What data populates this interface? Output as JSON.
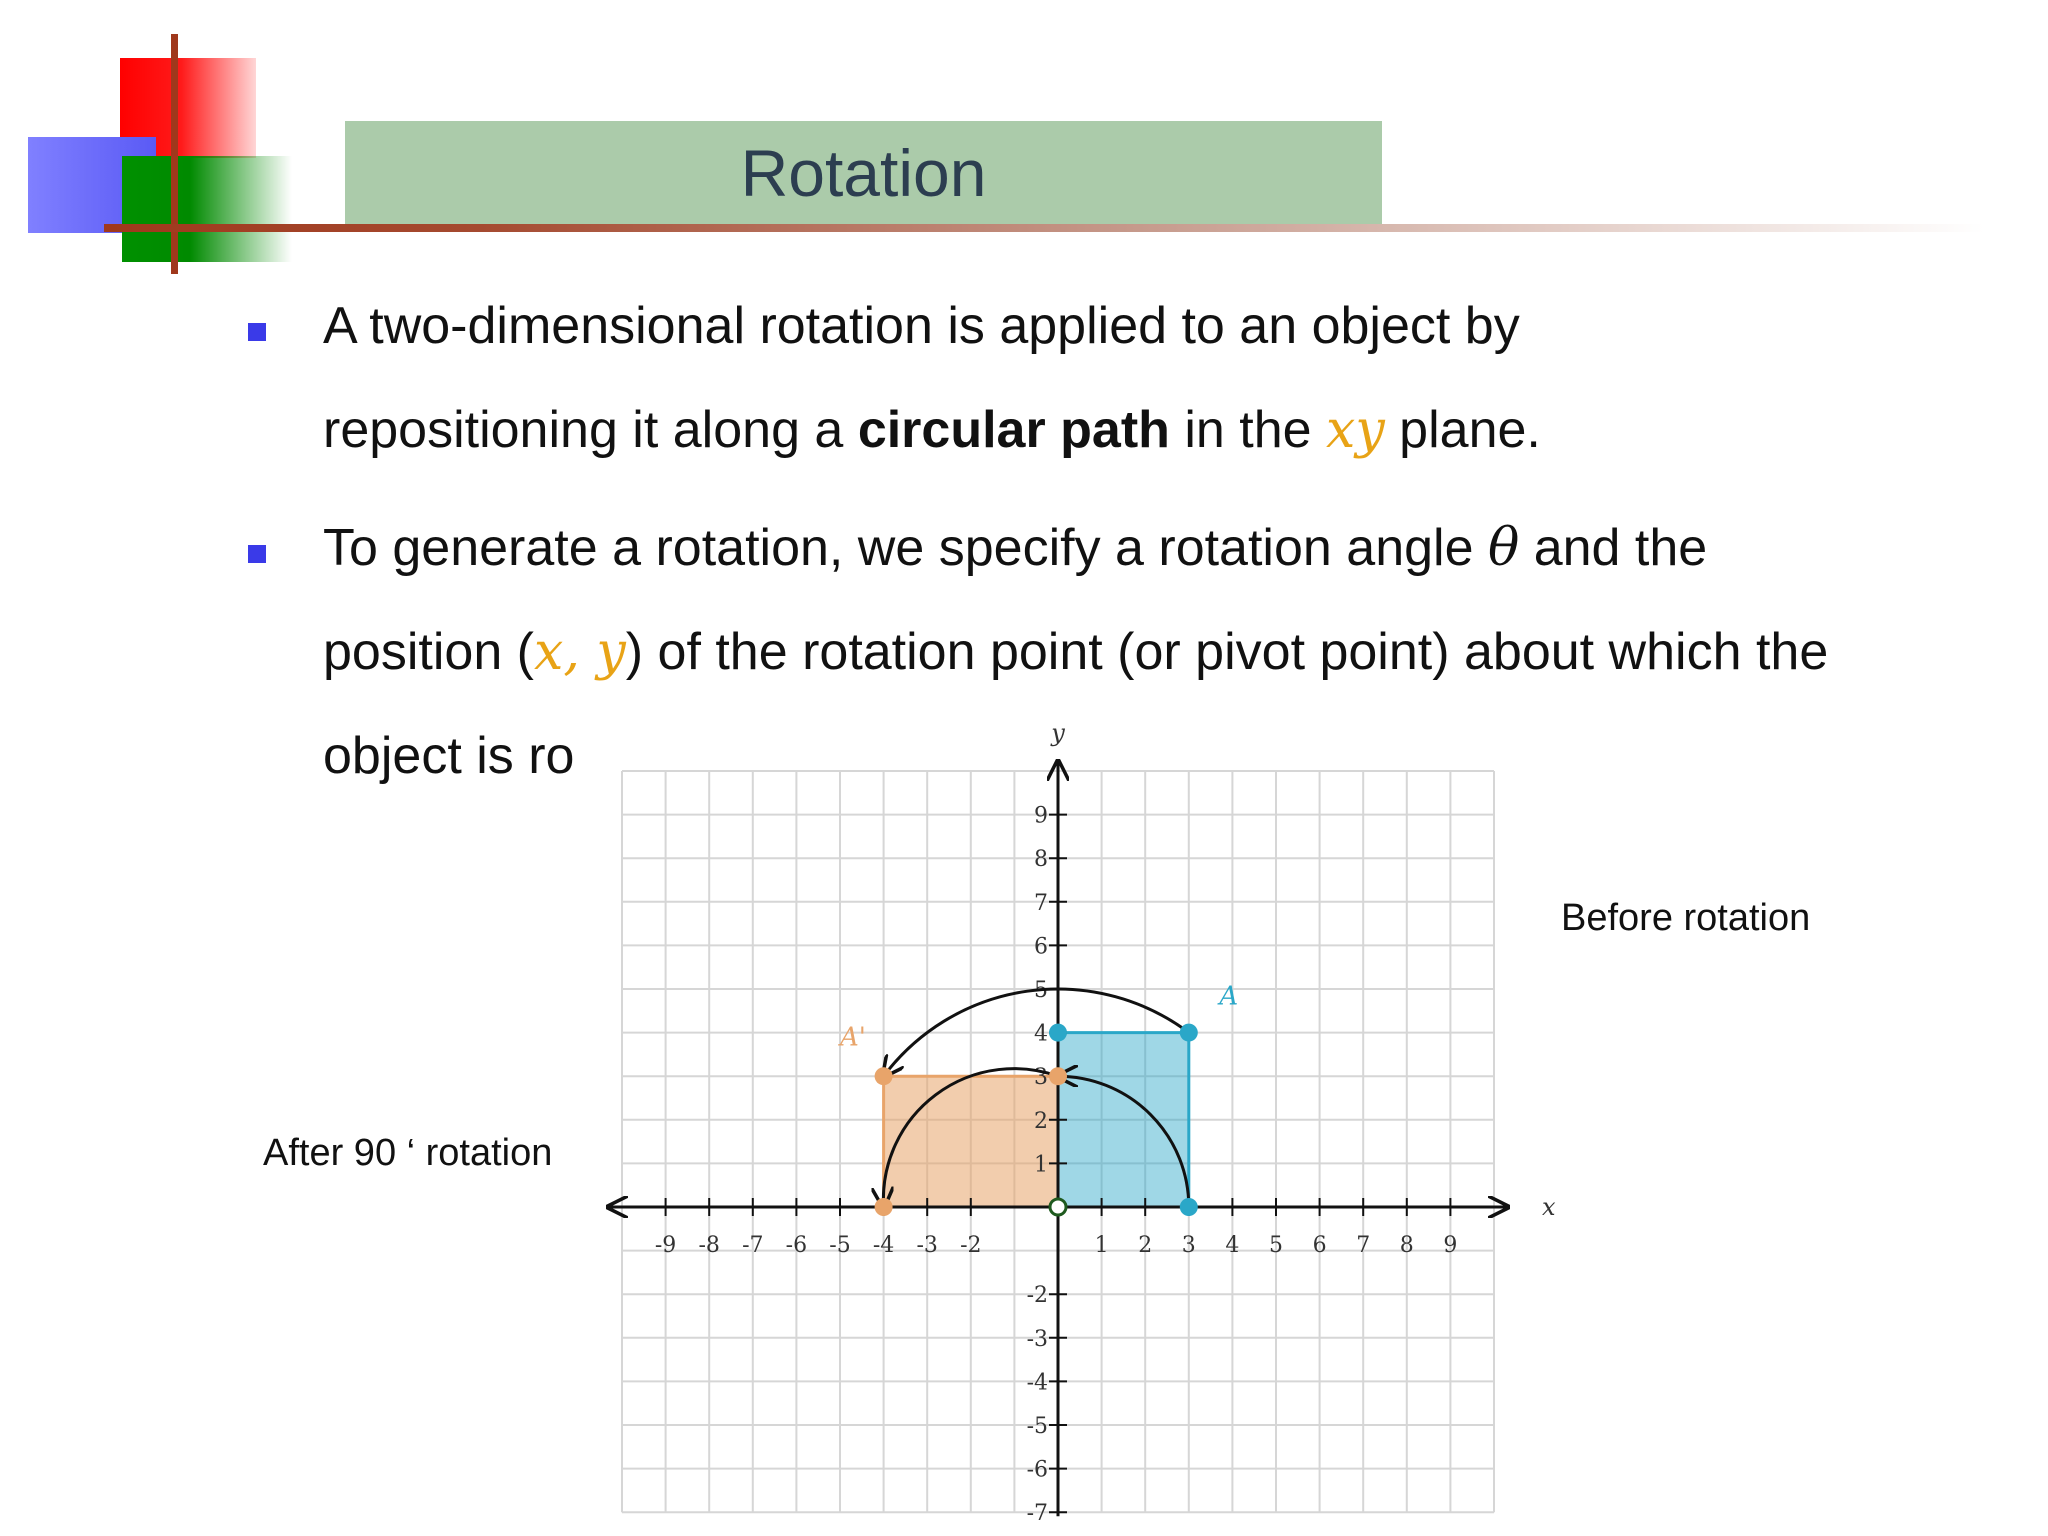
{
  "title": "Rotation",
  "bullets": [
    {
      "line1": "A two-dimensional rotation is applied to an object by",
      "line2_pre": "repositioning it along a ",
      "line2_bold": "circular path",
      "line2_mid": " in the ",
      "line2_math": "xy",
      "line2_post": " plane."
    },
    {
      "line1_pre": "To generate a rotation, we specify a rotation angle ",
      "line1_math": "θ",
      "line1_post": " and the",
      "line2_pre": "position (",
      "line2_math": "x, y",
      "line2_post": ") of the rotation point (or pivot point) about which the",
      "line3": "object is ro"
    }
  ],
  "labels": {
    "before": "Before rotation",
    "after": "After 90 ‘ rotation"
  },
  "colors": {
    "bullet": "#3a3ae8",
    "title_bg": "#abcbaa",
    "math_orange": "#e8a316",
    "original": "#2aa7c8",
    "rotated": "#e8a46a"
  },
  "diagram": {
    "x_axis_label": "x",
    "y_axis_label": "y",
    "x_ticks": [
      "-9",
      "-8",
      "-7",
      "-6",
      "-5",
      "-4",
      "-3",
      "-2",
      "1",
      "2",
      "3",
      "4",
      "5",
      "6",
      "7",
      "8",
      "9"
    ],
    "x_tick_values": [
      -9,
      -8,
      -7,
      -6,
      -5,
      -4,
      -3,
      -2,
      1,
      2,
      3,
      4,
      5,
      6,
      7,
      8,
      9
    ],
    "y_ticks": [
      "9",
      "8",
      "7",
      "6",
      "5",
      "4",
      "3",
      "2",
      "1",
      "-2",
      "-3",
      "-4",
      "-5",
      "-6",
      "-7"
    ],
    "y_tick_values": [
      9,
      8,
      7,
      6,
      5,
      4,
      3,
      2,
      1,
      -2,
      -3,
      -4,
      -5,
      -6,
      -7
    ],
    "x_range": [
      -10,
      10
    ],
    "y_range": [
      -7,
      10
    ],
    "original_shape": {
      "label": "A",
      "points": [
        [
          0,
          0
        ],
        [
          3,
          0
        ],
        [
          3,
          4
        ],
        [
          0,
          4
        ]
      ]
    },
    "rotated_shape": {
      "label": "A'",
      "points": [
        [
          0,
          0
        ],
        [
          0,
          3
        ],
        [
          -4,
          3
        ],
        [
          -4,
          0
        ]
      ]
    },
    "pivot": [
      0,
      0
    ],
    "rotation_arcs": [
      {
        "from": [
          3,
          0
        ],
        "to": [
          0,
          3
        ]
      },
      {
        "from": [
          3,
          4
        ],
        "to": [
          -4,
          3
        ]
      },
      {
        "from": [
          0,
          3
        ],
        "to": [
          -4,
          0
        ]
      }
    ]
  }
}
